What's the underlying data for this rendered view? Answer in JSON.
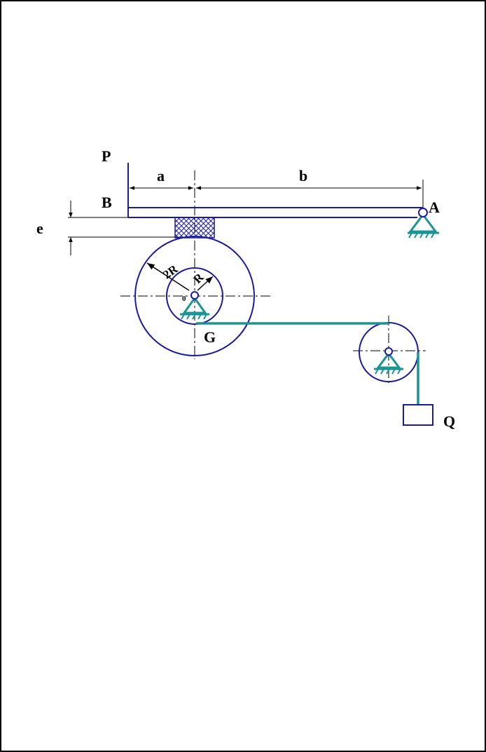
{
  "labels": {
    "P": "P",
    "B": "B",
    "A": "A",
    "a": "a",
    "b": "b",
    "e": "e",
    "two_r": "2R",
    "r": "R",
    "o": "0",
    "G": "G",
    "Q": "Q"
  },
  "colors": {
    "structure": "#1a1aa6",
    "support": "#1a9494",
    "line": "#000000"
  }
}
